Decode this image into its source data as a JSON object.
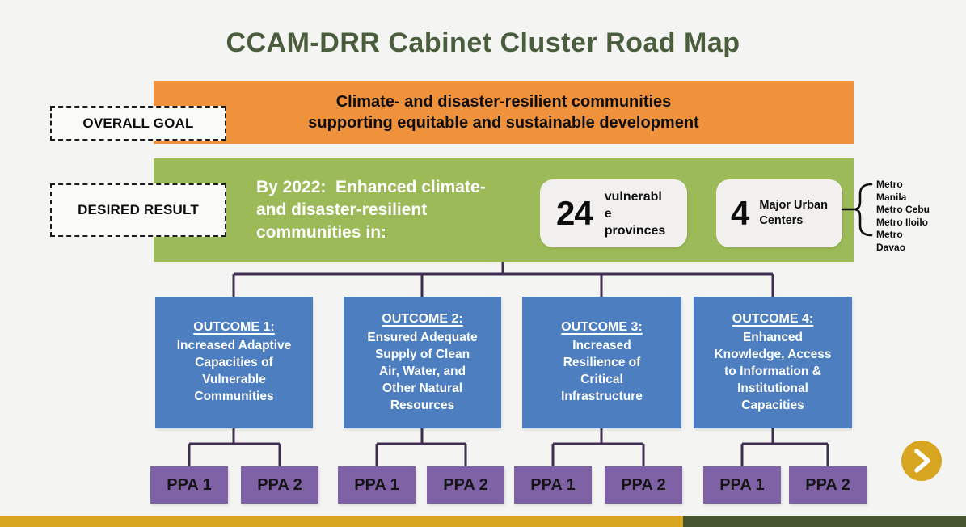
{
  "title": "CCAM-DRR Cabinet Cluster Road Map",
  "overall_goal": {
    "label": "OVERALL GOAL",
    "text": "Climate- and disaster-resilient communities\nsupporting equitable and sustainable development"
  },
  "desired_result": {
    "label": "DESIRED RESULT",
    "text": "By 2022:  Enhanced climate-\nand disaster-resilient\ncommunities in:",
    "stats": [
      {
        "value": "24",
        "label": "vulnerabl\ne\nprovinces"
      },
      {
        "value": "4",
        "label": "Major Urban\nCenters"
      }
    ],
    "urban_centers_list": "Metro\nManila\nMetro Cebu\nMetro Iloilo\nMetro\nDavao"
  },
  "outcomes": [
    {
      "title": "OUTCOME 1:",
      "body": "Increased Adaptive\nCapacities of\nVulnerable\nCommunities",
      "ppas": [
        "PPA 1",
        "PPA 2"
      ]
    },
    {
      "title": "OUTCOME 2:",
      "body": "Ensured Adequate\nSupply of Clean\nAir, Water, and\nOther Natural\nResources",
      "ppas": [
        "PPA 1",
        "PPA 2"
      ]
    },
    {
      "title": "OUTCOME 3:",
      "body": "Increased\nResilience of\nCritical\nInfrastructure",
      "ppas": [
        "PPA 1",
        "PPA 2"
      ]
    },
    {
      "title": "OUTCOME 4:",
      "body": "Enhanced\nKnowledge, Access\nto Information &\nInstitutional\nCapacities",
      "ppas": [
        "PPA 1",
        "PPA 2"
      ]
    }
  ],
  "colors": {
    "bg": "#f4f4f2",
    "title_ink": "#4a5e3e",
    "orange": "#f0913c",
    "green": "#9cbb58",
    "blue": "#4c7ec0",
    "purple": "#7f62a6",
    "line": "#3e2e50",
    "gold": "#d7a51f",
    "dark_green": "#47562f",
    "card": "#f1f0ee",
    "ink": "#111111"
  }
}
